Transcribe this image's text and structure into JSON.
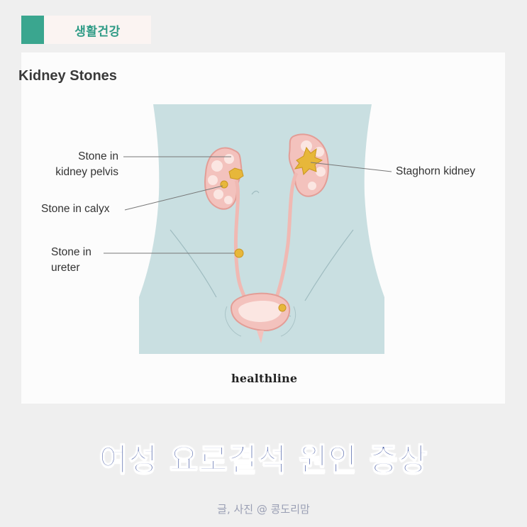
{
  "category_tag": "생활건강",
  "diagram": {
    "title": "Kidney Stones",
    "brand": "healthline",
    "callouts": {
      "pelvis": [
        "Stone in",
        "kidney pelvis"
      ],
      "calyx": "Stone in calyx",
      "ureter": [
        "Stone in",
        "ureter"
      ],
      "staghorn": "Staghorn kidney"
    }
  },
  "headline": "여성 요로결석 원인 증상",
  "credit": "글, 사진 @ 콩도리맘",
  "colors": {
    "accent": "#3aa68f",
    "headline": "#4b5fa6",
    "body_fill": "#c9dfe1",
    "organ": "#f0b9b3",
    "stone": "#e7b73a"
  }
}
